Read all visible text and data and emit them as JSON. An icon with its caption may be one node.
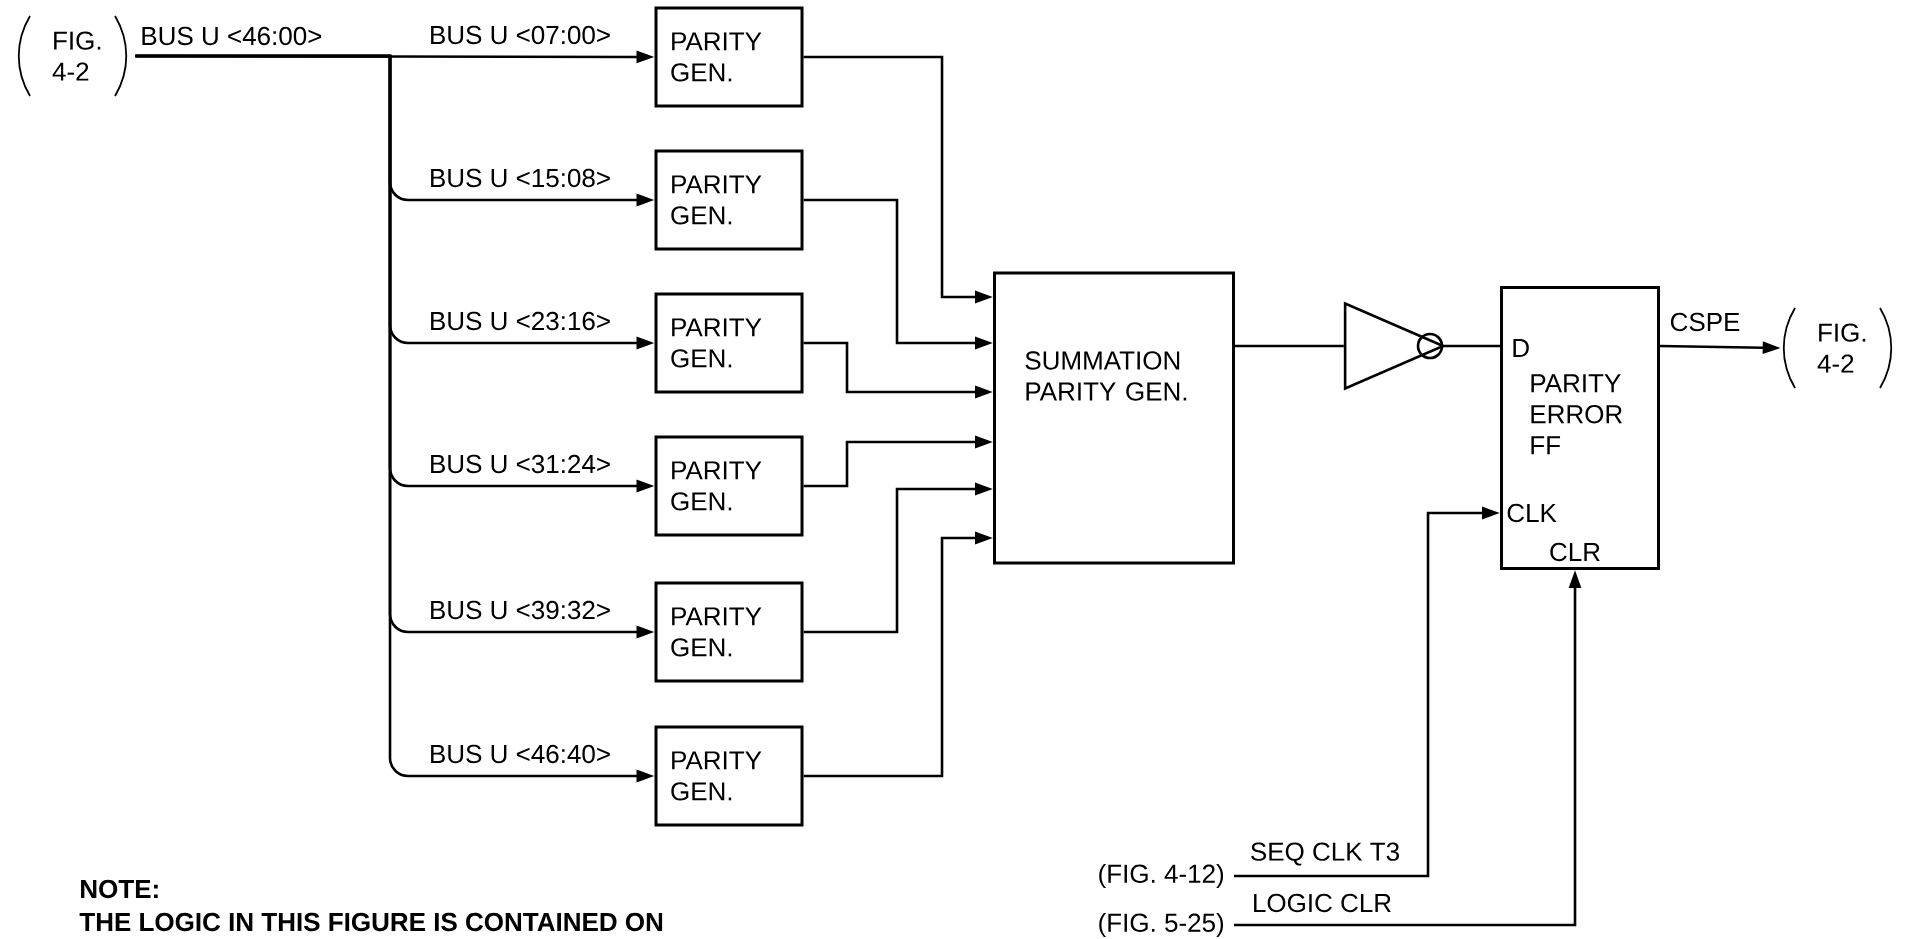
{
  "diagram": {
    "nodes": [
      {
        "text": [
          "FIG. 4-2"
        ]
      },
      {
        "text": [
          "PARITY GEN."
        ]
      },
      {
        "text": [
          "PARITY GEN."
        ]
      },
      {
        "text": [
          "PARITY GEN."
        ]
      },
      {
        "text": [
          "PARITY GEN."
        ]
      },
      {
        "text": [
          "PARITY GEN."
        ]
      },
      {
        "text": [
          "PARITY GEN."
        ]
      },
      {
        "text": [
          "SUMMATION PARITY GEN."
        ]
      },
      {
        "text": [],
        "shape": "triangle"
      },
      {
        "text": [
          "D",
          "PARITY ERROR FF",
          "CLK",
          "CLR"
        ]
      },
      {
        "text": [
          "FIG. 4-2"
        ]
      },
      {
        "text": [
          "(FIG. 4-12)"
        ]
      },
      {
        "text": [
          "(FIG. 5-25)"
        ]
      }
    ],
    "edges": [
      {
        "from": 0,
        "to": 1,
        "arrow": "to",
        "label": "BUS U <07:00>"
      },
      {
        "from": 0,
        "to": 2,
        "arrow": "to",
        "label": "BUS U <15:08>"
      },
      {
        "from": 0,
        "to": 3,
        "arrow": "to",
        "label": "BUS U <23:16>"
      },
      {
        "from": 0,
        "to": 4,
        "arrow": "to",
        "label": "BUS U <31:24>"
      },
      {
        "from": 0,
        "to": 5,
        "arrow": "to",
        "label": "BUS U <39:32>"
      },
      {
        "from": 0,
        "to": 6,
        "arrow": "to",
        "label": "BUS U <46:40>"
      },
      {
        "from": 1,
        "to": 7,
        "arrow": "to"
      },
      {
        "from": 2,
        "to": 7,
        "arrow": "to"
      },
      {
        "from": 3,
        "to": 7,
        "arrow": "to"
      },
      {
        "from": 4,
        "to": 7,
        "arrow": "to"
      },
      {
        "from": 5,
        "to": 7,
        "arrow": "to"
      },
      {
        "from": 6,
        "to": 7,
        "arrow": "to"
      },
      {
        "from": 7,
        "to": 8,
        "arrow": "none"
      },
      {
        "from": 8,
        "to": 9,
        "arrow": "none"
      },
      {
        "from": 9,
        "to": 10,
        "arrow": "to",
        "label": "CSPE"
      },
      {
        "from": 11,
        "to": 9,
        "arrow": "to",
        "label": "SEQ CLK T3"
      },
      {
        "from": 12,
        "to": 9,
        "arrow": "to",
        "label": "LOGIC CLR"
      }
    ],
    "labels": [
      "BUS U <46:00>",
      "NOTE:",
      "THE LOGIC IN THIS FIGURE IS CONTAINED ON"
    ]
  }
}
